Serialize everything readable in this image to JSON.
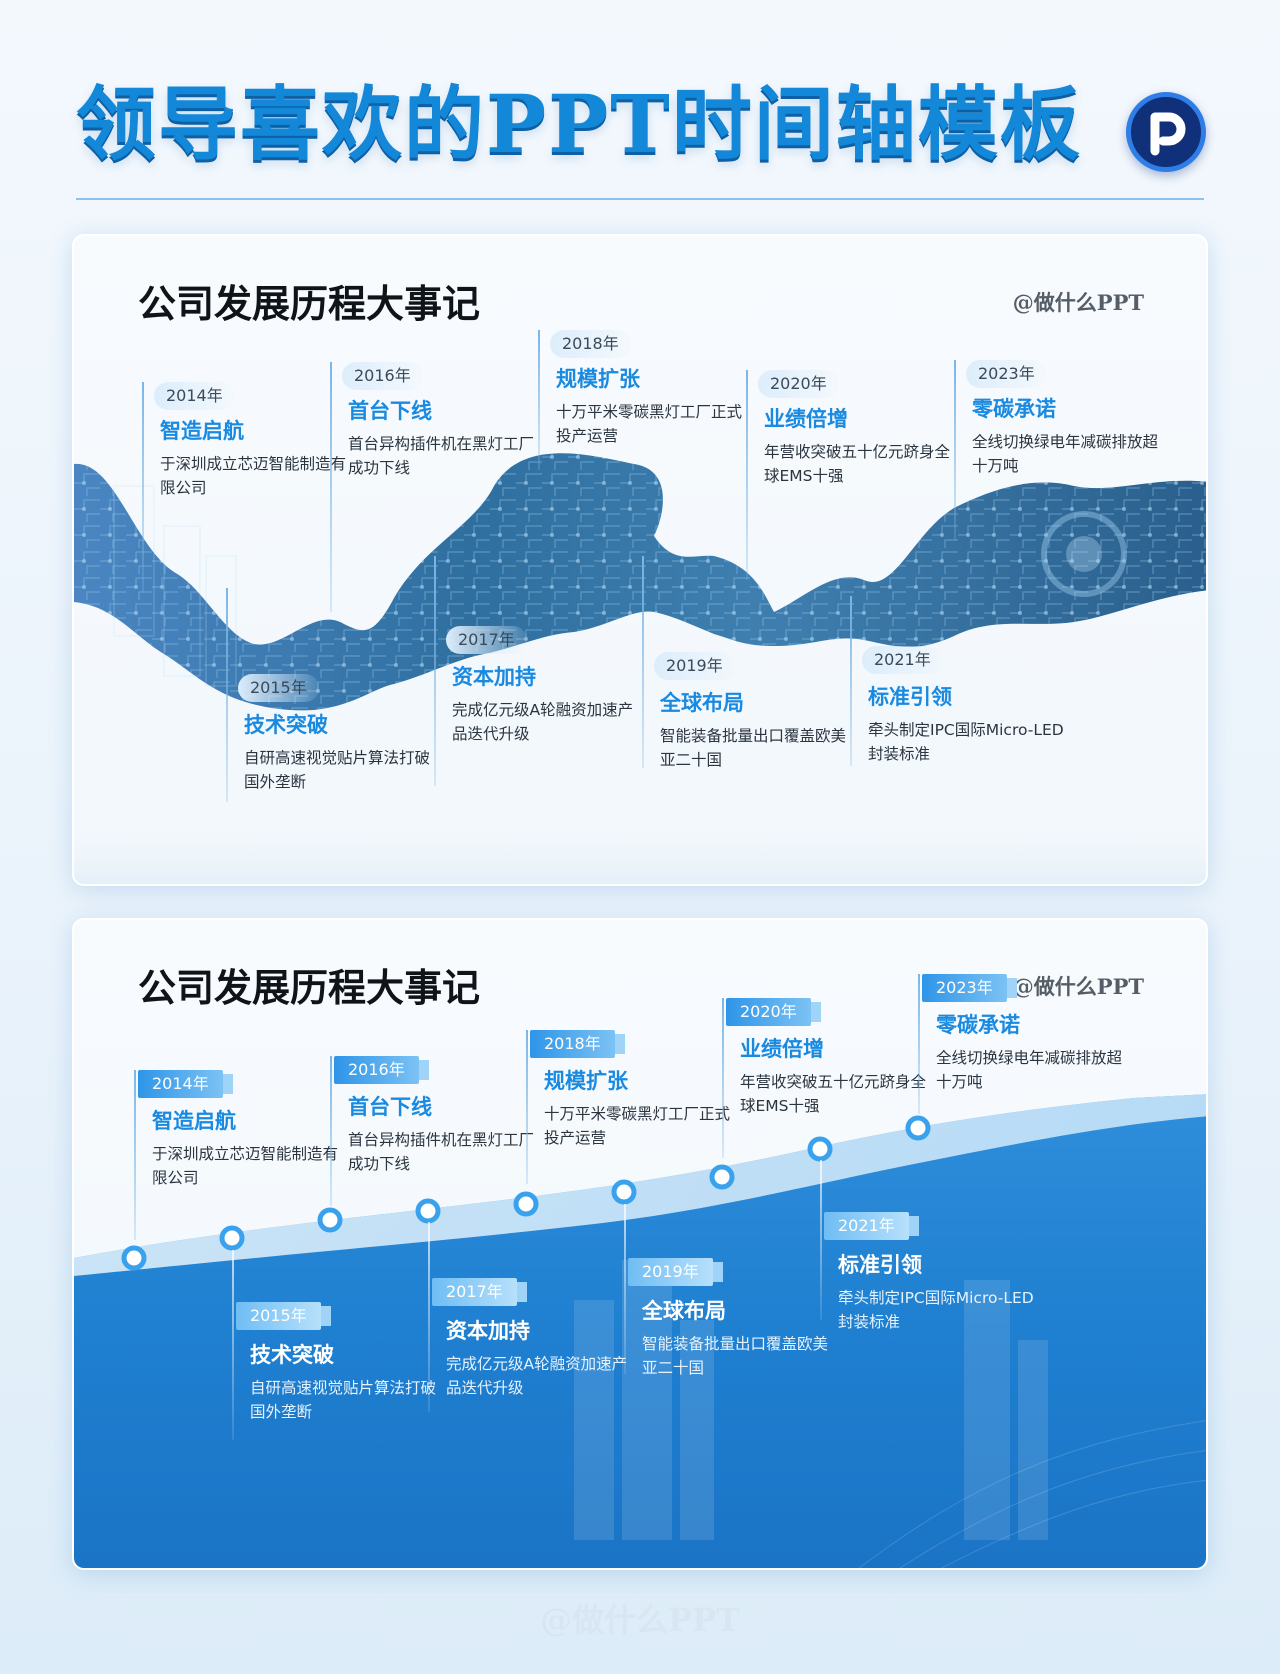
{
  "page": {
    "title": "领导喜欢的PPT时间轴模板",
    "footer_sign": "@做什么PPT",
    "accent": "#1488d8",
    "logo_bg": "#11307a"
  },
  "card_a": {
    "title": "公司发展历程大事记",
    "sign": "@做什么PPT",
    "events": [
      {
        "year": "2014年",
        "title": "智造启航",
        "desc": "于深圳成立芯迈智能制造有限公司"
      },
      {
        "year": "2015年",
        "title": "技术突破",
        "desc": "自研高速视觉贴片算法打破国外垄断"
      },
      {
        "year": "2016年",
        "title": "首台下线",
        "desc": "首台异构插件机在黑灯工厂成功下线"
      },
      {
        "year": "2017年",
        "title": "资本加持",
        "desc": "完成亿元级A轮融资加速产品迭代升级"
      },
      {
        "year": "2018年",
        "title": "规模扩张",
        "desc": "十万平米零碳黑灯工厂正式投产运营"
      },
      {
        "year": "2019年",
        "title": "全球布局",
        "desc": "智能装备批量出口覆盖欧美亚二十国"
      },
      {
        "year": "2020年",
        "title": "业绩倍增",
        "desc": "年营收突破五十亿元跻身全球EMS十强"
      },
      {
        "year": "2021年",
        "title": "标准引领",
        "desc": "牵头制定IPC国际Micro-LED封装标准"
      },
      {
        "year": "2023年",
        "title": "零碳承诺",
        "desc": "全线切换绿电年减碳排放超十万吨"
      }
    ]
  },
  "card_b": {
    "title": "公司发展历程大事记",
    "sign": "@做什么PPT",
    "events": [
      {
        "year": "2014年",
        "title": "智造启航",
        "desc": "于深圳成立芯迈智能制造有限公司"
      },
      {
        "year": "2015年",
        "title": "技术突破",
        "desc": "自研高速视觉贴片算法打破国外垄断"
      },
      {
        "year": "2016年",
        "title": "首台下线",
        "desc": "首台异构插件机在黑灯工厂成功下线"
      },
      {
        "year": "2017年",
        "title": "资本加持",
        "desc": "完成亿元级A轮融资加速产品迭代升级"
      },
      {
        "year": "2018年",
        "title": "规模扩张",
        "desc": "十万平米零碳黑灯工厂正式投产运营"
      },
      {
        "year": "2019年",
        "title": "全球布局",
        "desc": "智能装备批量出口覆盖欧美亚二十国"
      },
      {
        "year": "2020年",
        "title": "业绩倍增",
        "desc": "年营收突破五十亿元跻身全球EMS十强"
      },
      {
        "year": "2021年",
        "title": "标准引领",
        "desc": "牵头制定IPC国际Micro-LED封装标准"
      },
      {
        "year": "2023年",
        "title": "零碳承诺",
        "desc": "全线切换绿电年减碳排放超十万吨"
      }
    ]
  }
}
